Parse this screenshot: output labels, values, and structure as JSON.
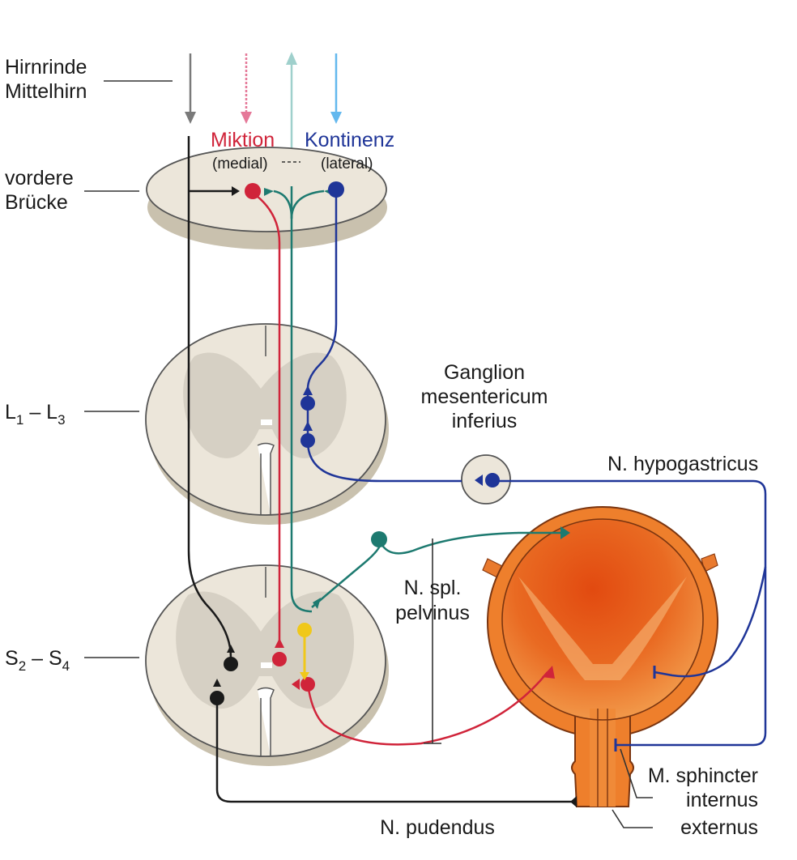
{
  "labels": {
    "hirnrinde": "Hirnrinde",
    "mittelhirn": "Mittelhirn",
    "vordere": "vordere",
    "bruecke": "Brücke",
    "l_level_l": "L",
    "l_level_s1": "1",
    "l_level_dash": " – L",
    "l_level_s3": "3",
    "s_level_s": "S",
    "s_level_s2": "2",
    "s_level_dash": " – S",
    "s_level_s4": "4",
    "miktion": "Miktion",
    "miktion_sub": "(medial)",
    "kontinenz": "Kontinenz",
    "kontinenz_sub": "(lateral)",
    "ganglion_1": "Ganglion",
    "ganglion_2": "mesentericum",
    "ganglion_3": "inferius",
    "hypogastricus": "N. hypogastricus",
    "spl_1": "N. spl.",
    "spl_2": "pelvinus",
    "sphincter_1": "M. sphincter",
    "sphincter_2": "internus",
    "sphincter_3": "externus",
    "pudendus": "N. pudendus"
  },
  "colors": {
    "miktion": "#d0243a",
    "kontinenz": "#1f3598",
    "teal": "#1d7a70",
    "black": "#1a1a1a",
    "yellow": "#f0c81a",
    "cortex_arrow_grey": "#7a7a7a",
    "cortex_arrow_pink": "#e57898",
    "cortex_arrow_lightteal": "#9fd0cc",
    "cortex_arrow_lightblue": "#63b8ee",
    "tissue": "#ece6da",
    "grey_matter": "#d6d0c4",
    "bladder_dark": "#e0561a",
    "bladder_light": "#f3a050"
  }
}
